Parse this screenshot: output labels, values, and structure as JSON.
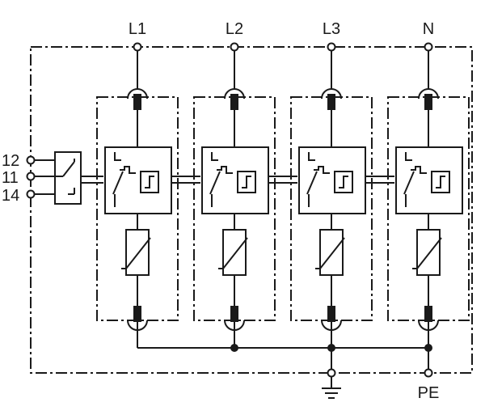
{
  "phases": [
    {
      "label": "L1"
    },
    {
      "label": "L2"
    },
    {
      "label": "L3"
    },
    {
      "label": "N"
    }
  ],
  "contacts": {
    "top": "12",
    "middle": "11",
    "bottom": "14"
  },
  "pe_label": "PE",
  "icons": {
    "ground": "ground-icon",
    "varistor": "varistor-icon",
    "switch": "disconnect-switch-icon",
    "fuse": "fuse-icon",
    "indicator": "status-indicator-icon"
  }
}
